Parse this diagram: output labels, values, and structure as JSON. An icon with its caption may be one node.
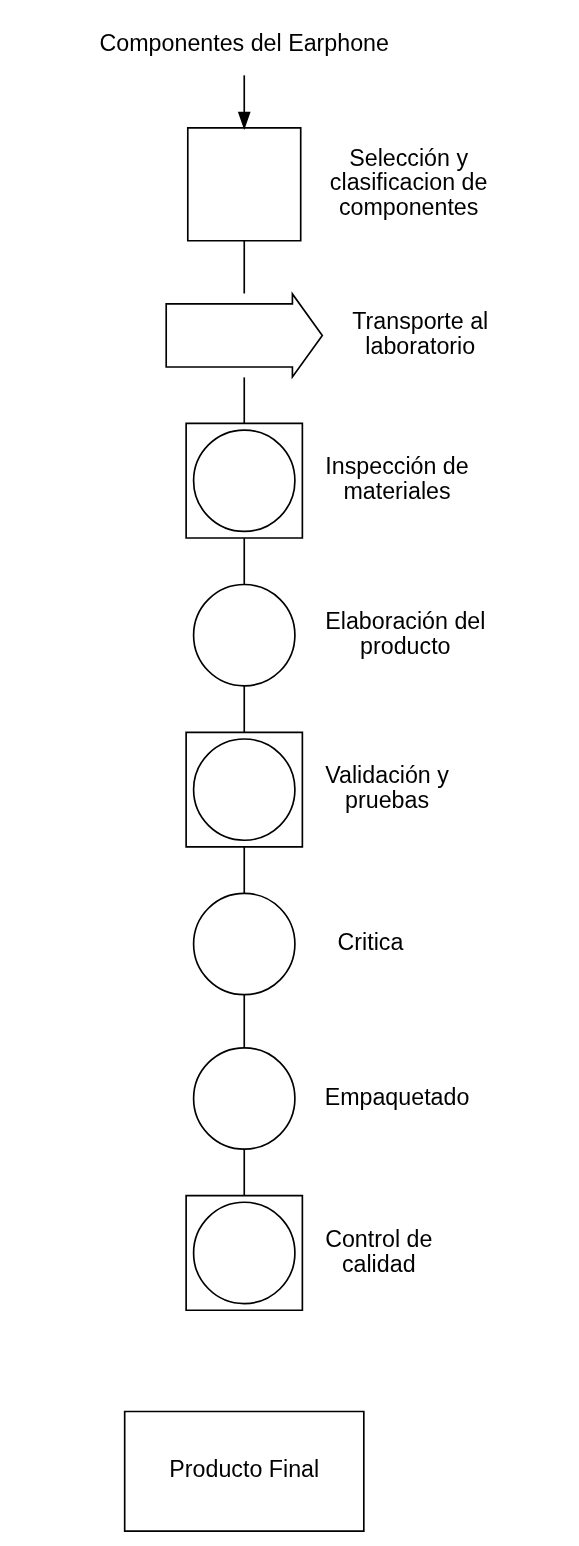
{
  "diagram": {
    "nodes": [
      {
        "text": [
          "Componentes del Earphone"
        ]
      },
      {
        "text": [],
        "shape": "box",
        "beside": [
          "Selección y clasificacion de componentes"
        ]
      },
      {
        "text": [],
        "shape": "arrow",
        "beside": [
          "Transporte al laboratorio"
        ]
      },
      {
        "text": [],
        "shape": "box",
        "beside": [
          "Inspección de materiales"
        ]
      },
      {
        "text": [],
        "shape": "circle",
        "in": 3
      },
      {
        "text": [],
        "shape": "circle",
        "beside": [
          "Elaboración del producto"
        ]
      },
      {
        "text": [],
        "shape": "box",
        "beside": [
          "Validación y pruebas"
        ]
      },
      {
        "text": [],
        "shape": "circle",
        "in": 6
      },
      {
        "text": [],
        "shape": "circle",
        "beside": [
          "Critica"
        ]
      },
      {
        "text": [],
        "shape": "circle",
        "beside": [
          "Empaquetado"
        ]
      },
      {
        "text": [],
        "shape": "box",
        "beside": [
          "Control de calidad"
        ]
      },
      {
        "text": [],
        "shape": "circle",
        "in": 10
      },
      {
        "text": [
          "Producto Final"
        ]
      }
    ],
    "edges": [
      {
        "from": 0,
        "to": 1,
        "arrow": "to"
      },
      {
        "from": 1,
        "to": 2,
        "arrow": "none"
      },
      {
        "from": 2,
        "to": 3,
        "arrow": "none"
      },
      {
        "from": 3,
        "to": 5,
        "arrow": "none"
      },
      {
        "from": 5,
        "to": 6,
        "arrow": "none"
      },
      {
        "from": 6,
        "to": 8,
        "arrow": "none"
      },
      {
        "from": 8,
        "to": 9,
        "arrow": "none"
      },
      {
        "from": 9,
        "to": 10,
        "arrow": "none"
      }
    ]
  }
}
